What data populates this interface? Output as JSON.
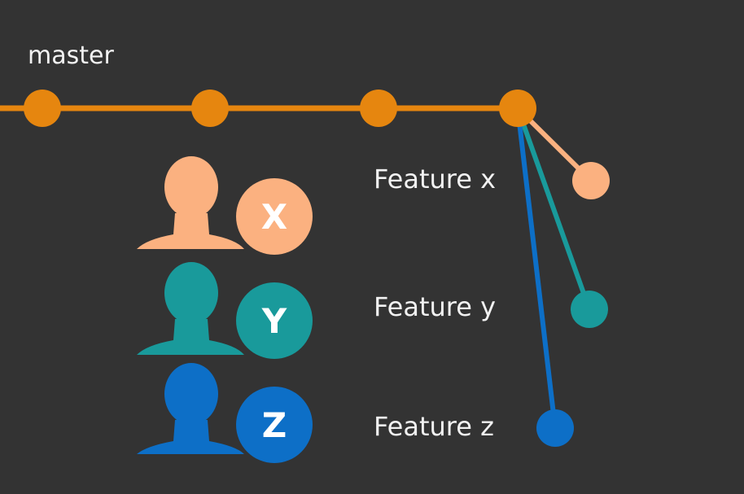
{
  "master": {
    "label": "master",
    "color": "#e6860f"
  },
  "features": [
    {
      "label": "Feature x",
      "user_letter": "X",
      "color": "#fbb180",
      "icon": "person-icon"
    },
    {
      "label": "Feature y",
      "user_letter": "Y",
      "color": "#199a9b",
      "icon": "person-icon"
    },
    {
      "label": "Feature z",
      "user_letter": "Z",
      "color": "#0d6fc7",
      "icon": "person-icon"
    }
  ]
}
